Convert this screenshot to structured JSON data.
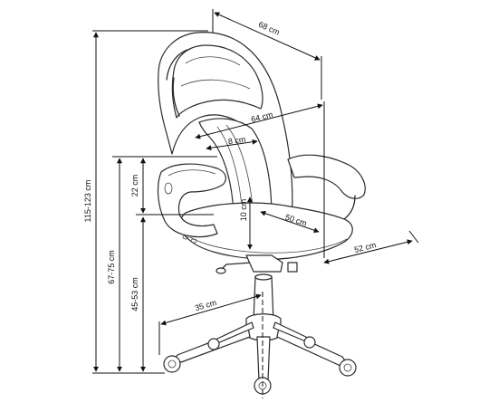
{
  "diagram": {
    "subject": "office chair dimension drawing",
    "line_color": "#111111",
    "dimensions": {
      "seat_back_depth": "68 cm",
      "backrest_width": "64 cm",
      "headrest_width": "8 cm",
      "armrest_height": "22 cm",
      "seat_cushion_thickness": "10 cm",
      "seat_depth": "50 cm",
      "seat_width": "52 cm",
      "total_height": "115-123 cm",
      "armrest_floor_height": "67-75 cm",
      "seat_height": "45-53 cm",
      "base_radius": "35 cm"
    }
  }
}
